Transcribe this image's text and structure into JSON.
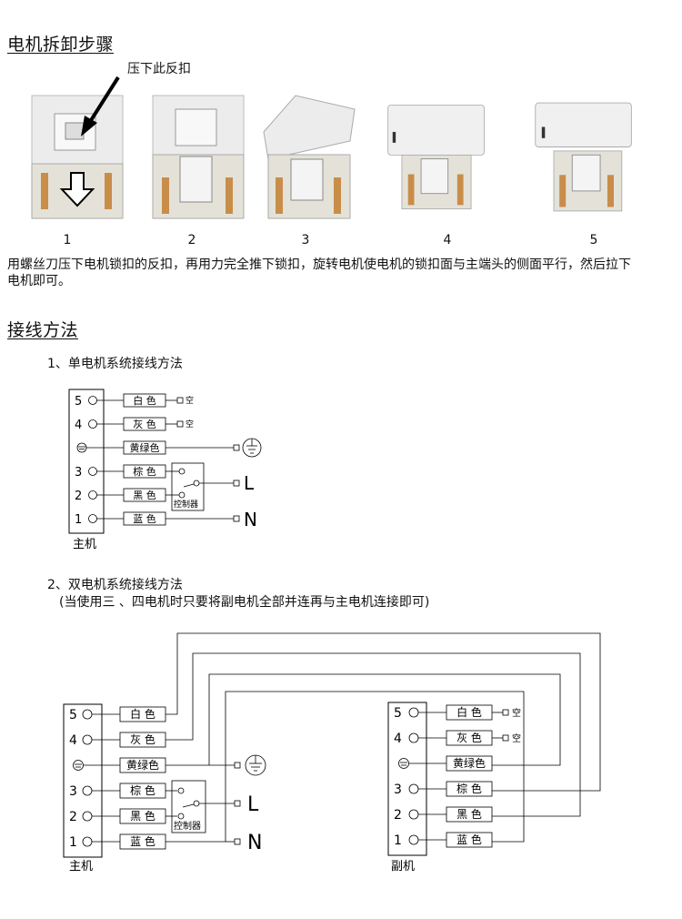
{
  "sections": {
    "removal_title": "电机拆卸步骤",
    "wiring_title": "接线方法"
  },
  "photos": {
    "callout": "压下此反扣",
    "labels": [
      "1",
      "2",
      "3",
      "4",
      "5"
    ]
  },
  "instructions": "用螺丝刀压下电机锁扣的反扣，再用力完全推下锁扣，旋转电机使电机的锁扣面与主端头的侧面平行，然后拉下电机即可。",
  "single_motor": {
    "heading": "1、单电机系统接线方法",
    "unit_label": "主机",
    "terminals": [
      "5",
      "4",
      "",
      "3",
      "2",
      "1"
    ],
    "wires": [
      "白 色",
      "灰 色",
      "黄绿色",
      "棕 色",
      "黑 色",
      "蓝 色"
    ],
    "empty_label": "空",
    "controller_label": "控制器",
    "L": "L",
    "N": "N"
  },
  "dual_motor": {
    "heading": "2、双电机系统接线方法",
    "note": "(当使用三 、四电机时只要将副电机全部并连再与主电机连接即可)",
    "main_label": "主机",
    "sub_label": "副机",
    "terminals": [
      "5",
      "4",
      "",
      "3",
      "2",
      "1"
    ],
    "wires": [
      "白 色",
      "灰 色",
      "黄绿色",
      "棕 色",
      "黑 色",
      "蓝 色"
    ],
    "empty_label": "空",
    "controller_label": "控制器",
    "L": "L",
    "N": "N"
  }
}
